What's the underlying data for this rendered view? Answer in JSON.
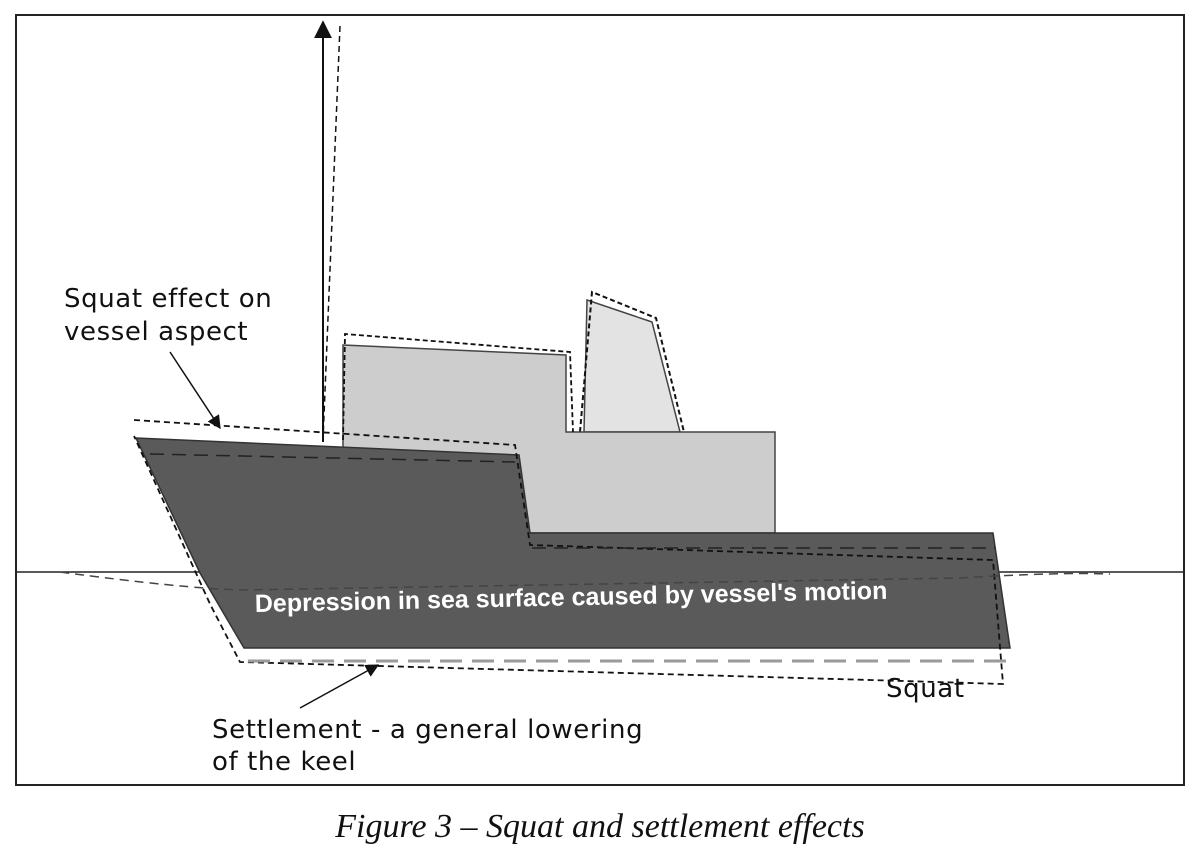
{
  "diagram": {
    "labels": {
      "squat_effect_line1": "Squat effect on",
      "squat_effect_line2": "vessel aspect",
      "depression": "Depression in sea surface caused by vessel's motion",
      "settlement_line1": "Settlement - a general lowering",
      "settlement_line2": "of the keel",
      "squat": "Squat"
    },
    "colors": {
      "hull": "#5a5a5a",
      "superstructure": "#cdcdcd",
      "funnel": "#e3e3e3",
      "frame": "#222222",
      "settlement_dash": "#9a9a9a"
    }
  },
  "caption": "Figure 3 – Squat and settlement effects"
}
